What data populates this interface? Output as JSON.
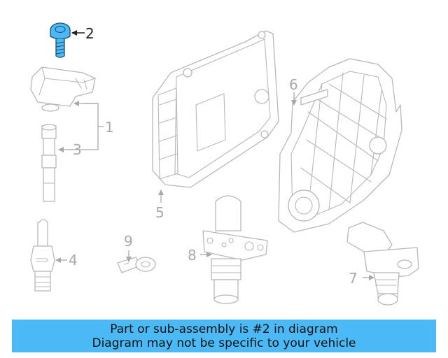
{
  "diagram": {
    "callouts": [
      "1",
      "2",
      "3",
      "4",
      "5",
      "6",
      "7",
      "8",
      "9"
    ],
    "highlighted_callout": "2",
    "colors": {
      "highlight": "#4bb9f5",
      "part_stroke": "#b8b8b8",
      "callout": "#a9a9a9"
    }
  },
  "banner": {
    "line1": "Part or sub-assembly is #2 in diagram",
    "line2": "Diagram may not be specific to your vehicle"
  }
}
